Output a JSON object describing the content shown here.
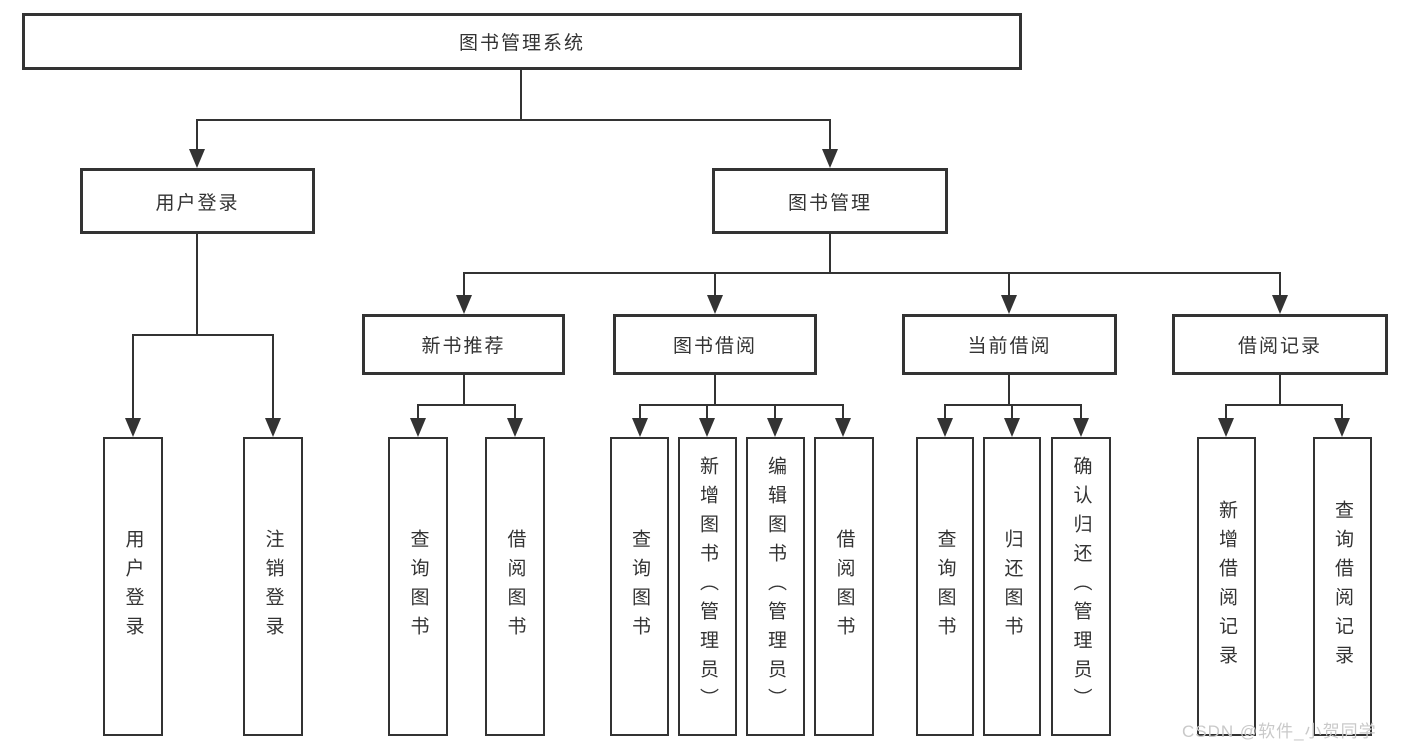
{
  "tree": {
    "root": {
      "label": "图书管理系统"
    },
    "children": [
      {
        "label": "用户登录",
        "children": [
          {
            "label": "用户登录"
          },
          {
            "label": "注销登录"
          }
        ]
      },
      {
        "label": "图书管理",
        "children": [
          {
            "label": "新书推荐",
            "children": [
              {
                "label": "查询图书"
              },
              {
                "label": "借阅图书"
              }
            ]
          },
          {
            "label": "图书借阅",
            "children": [
              {
                "label": "查询图书"
              },
              {
                "label": "新增图书（管理员）"
              },
              {
                "label": "编辑图书（管理员）"
              },
              {
                "label": "借阅图书"
              }
            ]
          },
          {
            "label": "当前借阅",
            "children": [
              {
                "label": "查询图书"
              },
              {
                "label": "归还图书"
              },
              {
                "label": "确认归还（管理员）"
              }
            ]
          },
          {
            "label": "借阅记录",
            "children": [
              {
                "label": "新增借阅记录"
              },
              {
                "label": "查询借阅记录"
              }
            ]
          }
        ]
      }
    ]
  },
  "watermark": {
    "text": "CSDN @软件_小贺同学"
  },
  "colors": {
    "line": "#333333",
    "text": "#333333",
    "watermark": "#c9c9c9",
    "background": "#ffffff"
  }
}
